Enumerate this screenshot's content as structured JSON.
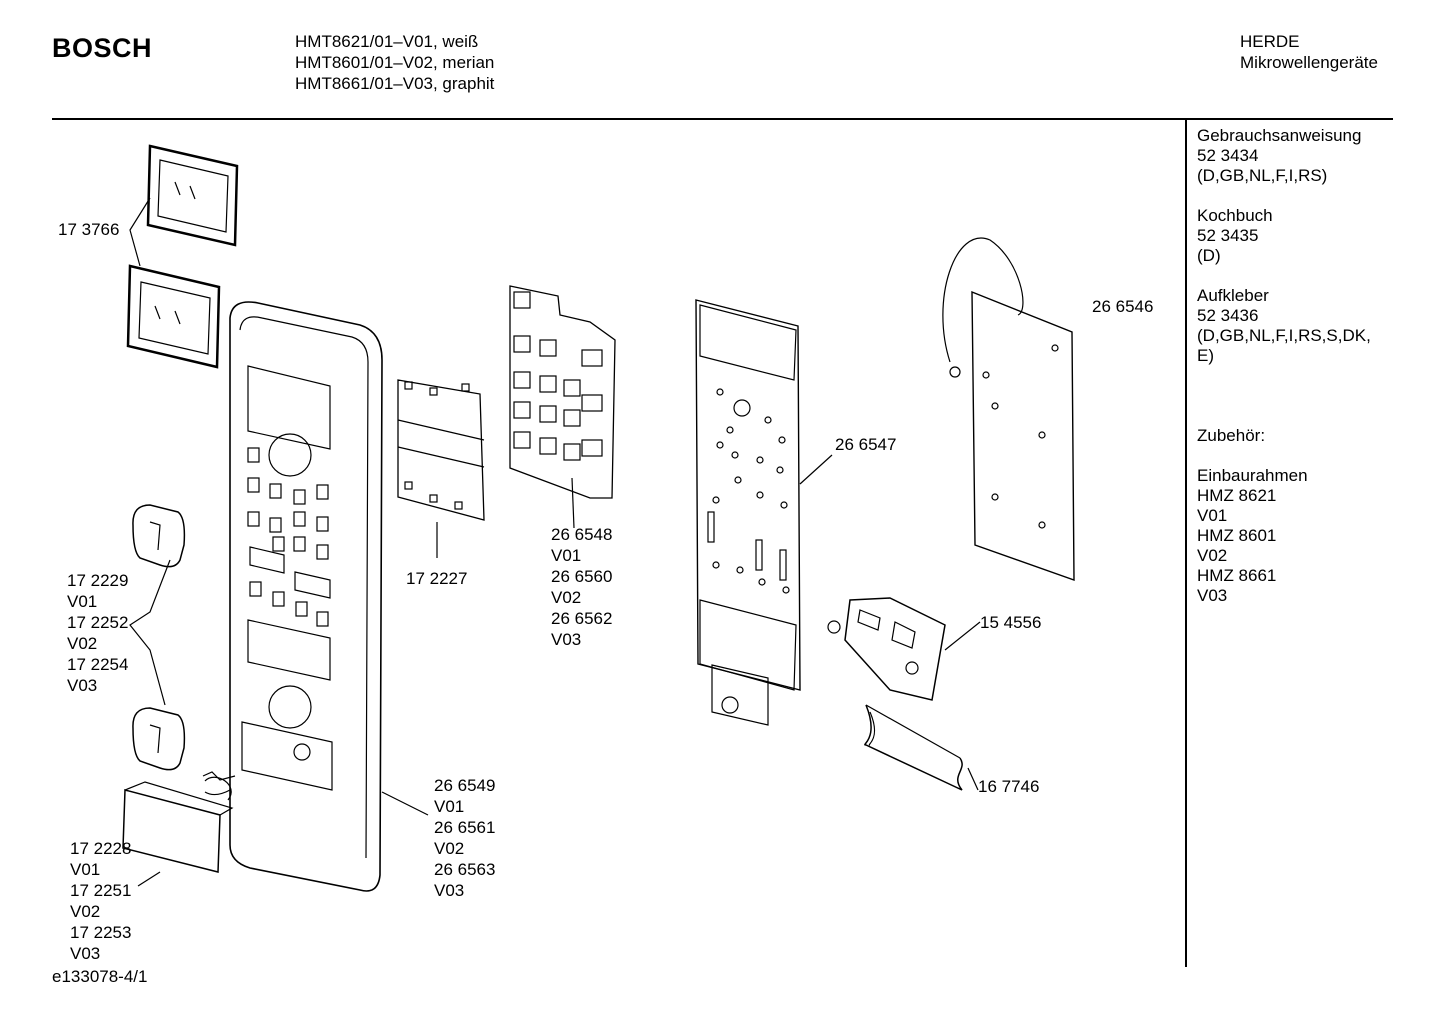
{
  "header": {
    "brand": "BOSCH",
    "models": [
      "HMT8621/01–V01, weiß",
      "HMT8601/01–V02, merian",
      "HMT8661/01–V03, graphit"
    ],
    "category": [
      "HERDE",
      "Mikrowellengeräte"
    ]
  },
  "sidebar": {
    "sections": [
      {
        "title": "Gebrauchsanweisung",
        "lines": [
          "52 3434",
          "(D,GB,NL,F,I,RS)"
        ]
      },
      {
        "title": "Kochbuch",
        "lines": [
          "52 3435",
          "(D)"
        ]
      },
      {
        "title": "Aufkleber",
        "lines": [
          "52 3436",
          "(D,GB,NL,F,I,RS,S,DK,",
          "E)"
        ]
      }
    ],
    "accessories": {
      "title": "Zubehör:",
      "subtitle": "Einbaurahmen",
      "lines": [
        "HMZ 8621",
        "V01",
        "HMZ 8601",
        "V02",
        "HMZ 8661",
        "V03"
      ]
    }
  },
  "parts": {
    "p173766": [
      "17 3766"
    ],
    "p172229": [
      "17 2229",
      "V01",
      "17 2252",
      "V02",
      "17 2254",
      "V03"
    ],
    "p172228": [
      "17 2228",
      "V01",
      "17 2251",
      "V02",
      "17 2253",
      "V03"
    ],
    "p266549": [
      "26 6549",
      "V01",
      "26 6561",
      "V02",
      "26 6563",
      "V03"
    ],
    "p172227": [
      "17 2227"
    ],
    "p266548": [
      "26 6548",
      "V01",
      "26 6560",
      "V02",
      "26 6562",
      "V03"
    ],
    "p266547": [
      "26 6547"
    ],
    "p266546": [
      "26 6546"
    ],
    "p154556": [
      "15 4556"
    ],
    "p167746": [
      "16 7746"
    ]
  },
  "footer": {
    "doc_id": "e133078-4/1"
  }
}
